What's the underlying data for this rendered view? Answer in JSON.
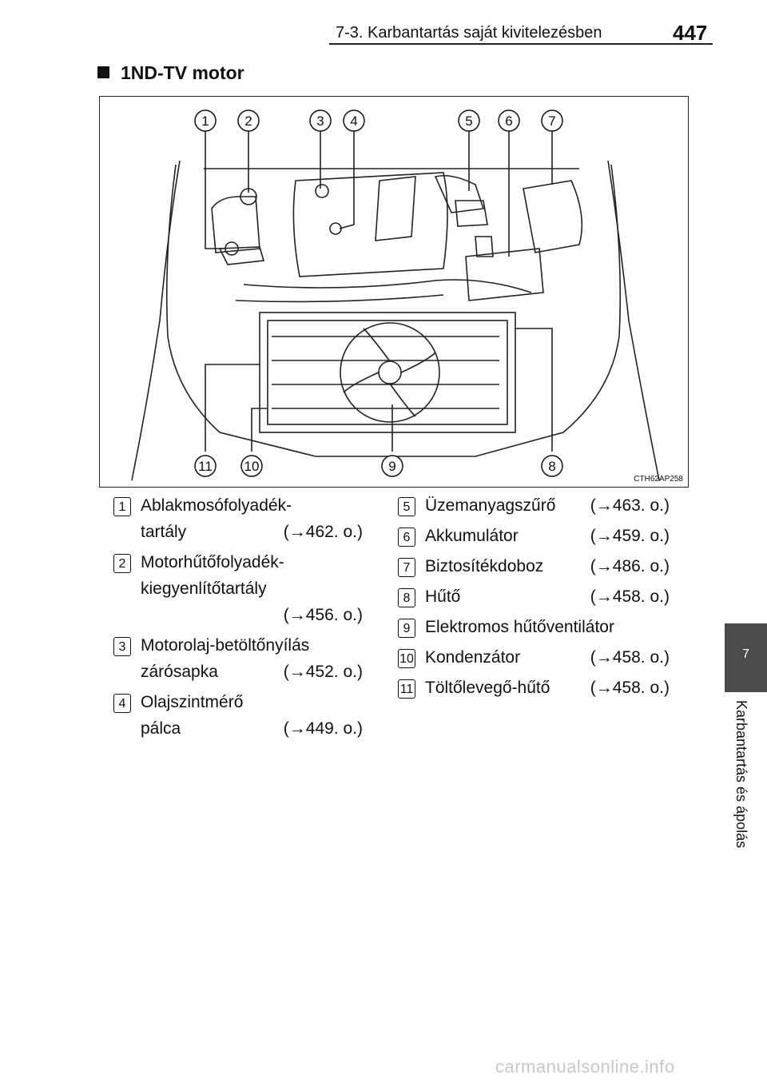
{
  "header": {
    "title": "7-3. Karbantartás saját kivitelezésben",
    "page": "447"
  },
  "section_title": "1ND-TV motor",
  "figure": {
    "code": "CTH62AP258",
    "callouts": [
      "1",
      "2",
      "3",
      "4",
      "5",
      "6",
      "7",
      "8",
      "9",
      "10",
      "11"
    ]
  },
  "legend_left": [
    {
      "num": "1",
      "lines": [
        "Ablakmosófolyadék-",
        "tartály"
      ],
      "ref": "(→462. o.)"
    },
    {
      "num": "2",
      "lines": [
        "Motorhűtőfolyadék-",
        "kiegyenlítőtartály",
        ""
      ],
      "ref": "(→456. o.)"
    },
    {
      "num": "3",
      "lines": [
        "Motorolaj-betöltőnyílás",
        "zárósapka"
      ],
      "ref": "(→452. o.)"
    },
    {
      "num": "4",
      "lines": [
        "Olajszintmérő",
        "pálca"
      ],
      "ref": "(→449. o.)"
    }
  ],
  "legend_right": [
    {
      "num": "5",
      "lines": [
        "Üzemanyagszűrő"
      ],
      "ref": "(→463. o.)"
    },
    {
      "num": "6",
      "lines": [
        "Akkumulátor"
      ],
      "ref": "(→459. o.)"
    },
    {
      "num": "7",
      "lines": [
        "Biztosítékdoboz"
      ],
      "ref": "(→486. o.)"
    },
    {
      "num": "8",
      "lines": [
        "Hűtő"
      ],
      "ref": "(→458. o.)"
    },
    {
      "num": "9",
      "lines": [
        "Elektromos hűtőventilátor"
      ],
      "ref": ""
    },
    {
      "num": "10",
      "lines": [
        "Kondenzátor"
      ],
      "ref": "(→458. o.)"
    },
    {
      "num": "11",
      "lines": [
        "Töltőlevegő-hűtő"
      ],
      "ref": "(→458. o.)"
    }
  ],
  "side_tab": {
    "chapter": "7",
    "label": "Karbantartás és ápolás"
  },
  "watermark": "carmanualsonline.info"
}
